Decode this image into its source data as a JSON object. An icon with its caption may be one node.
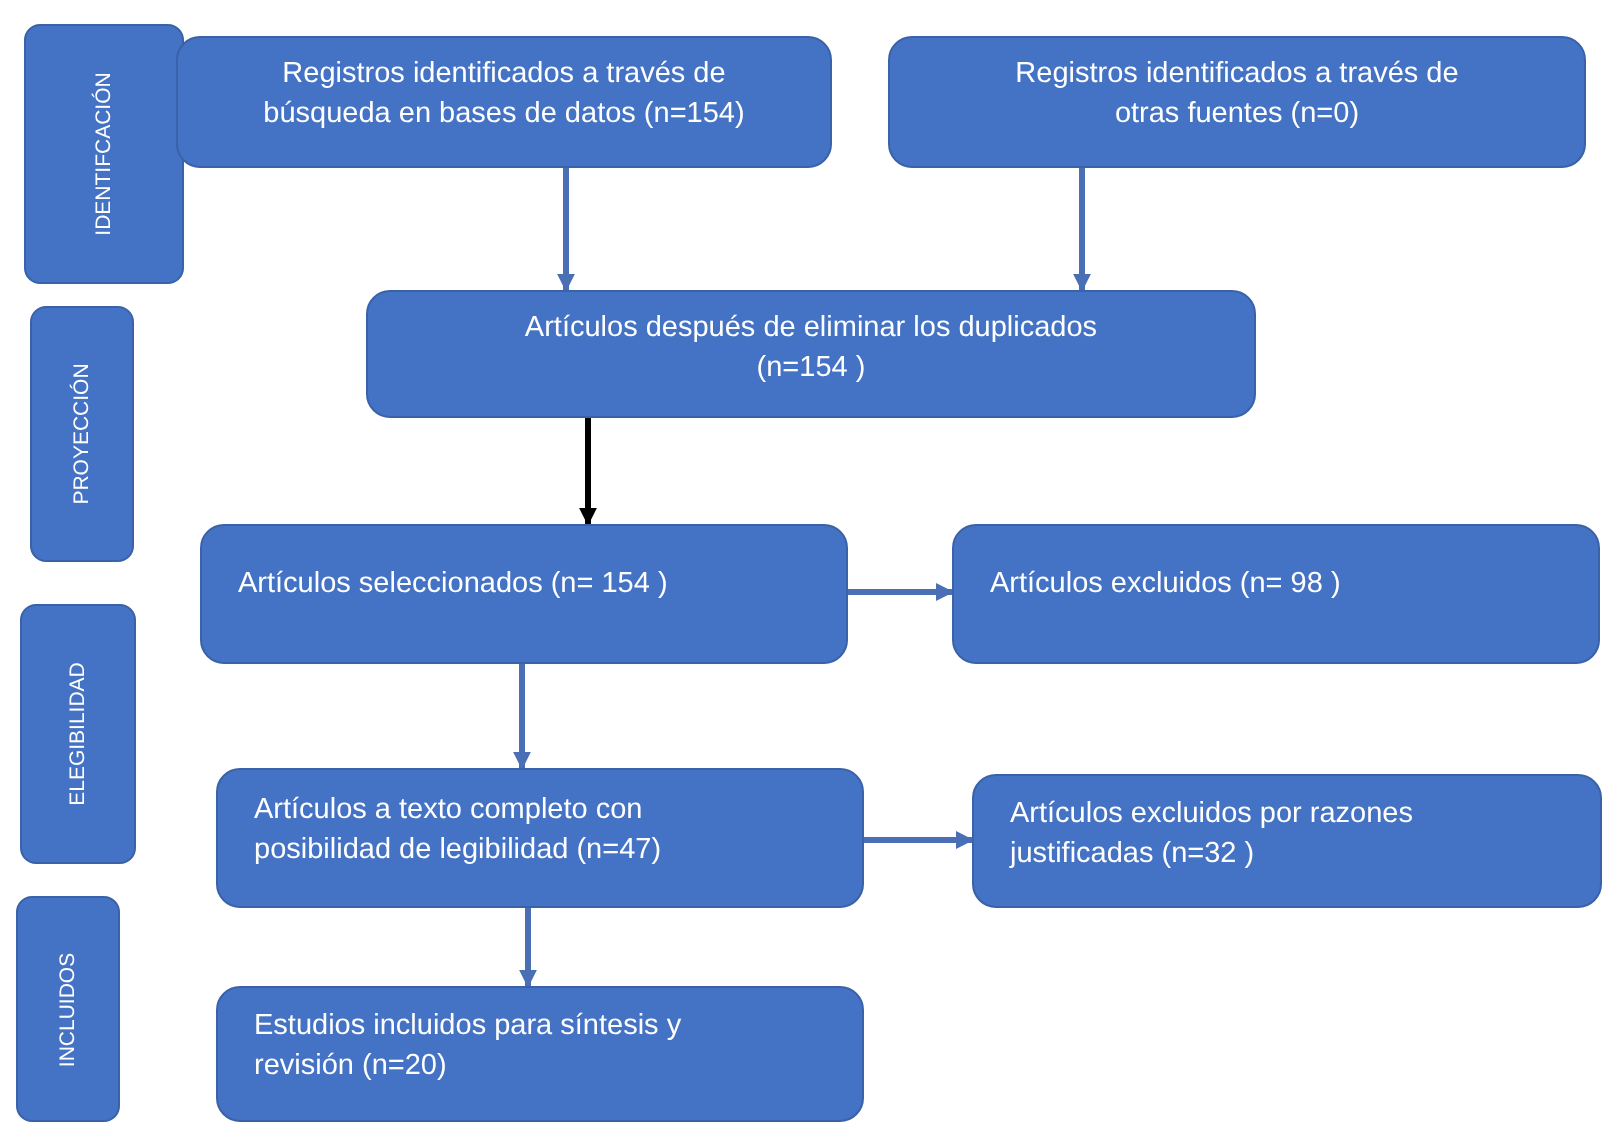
{
  "diagram": {
    "nodes": [
      {
        "text": [
          "IDENTIFCACIÓN"
        ]
      },
      {
        "text": [
          "PROYECCIÓN"
        ]
      },
      {
        "text": [
          "ELEGIBILIDAD"
        ]
      },
      {
        "text": [
          "INCLUIDOS"
        ]
      },
      {
        "text": [
          "Registros identificados a través de búsqueda en bases de datos (n=154)"
        ]
      },
      {
        "text": [
          "Registros identificados a través de otras fuentes (n=0)"
        ]
      },
      {
        "text": [
          "Artículos después de eliminar los duplicados (n=154 )"
        ]
      },
      {
        "text": [
          "Artículos seleccionados (n= 154 )"
        ]
      },
      {
        "text": [
          "Artículos excluidos (n= 98 )"
        ]
      },
      {
        "text": [
          "Artículos a texto completo con posibilidad de legibilidad (n=47)"
        ]
      },
      {
        "text": [
          "Artículos excluidos por razones justificadas (n=32 )"
        ]
      },
      {
        "text": [
          "Estudios incluidos para síntesis y revisión (n=20)"
        ]
      }
    ],
    "edges": [
      {
        "from": 4,
        "to": 6,
        "arrow": "to"
      },
      {
        "from": 5,
        "to": 6,
        "arrow": "to"
      },
      {
        "from": 6,
        "to": 7,
        "arrow": "to",
        "color": "#000000"
      },
      {
        "from": 7,
        "to": 8,
        "arrow": "to"
      },
      {
        "from": 7,
        "to": 9,
        "arrow": "to"
      },
      {
        "from": 9,
        "to": 10,
        "arrow": "to"
      },
      {
        "from": 9,
        "to": 11,
        "arrow": "to"
      }
    ]
  }
}
